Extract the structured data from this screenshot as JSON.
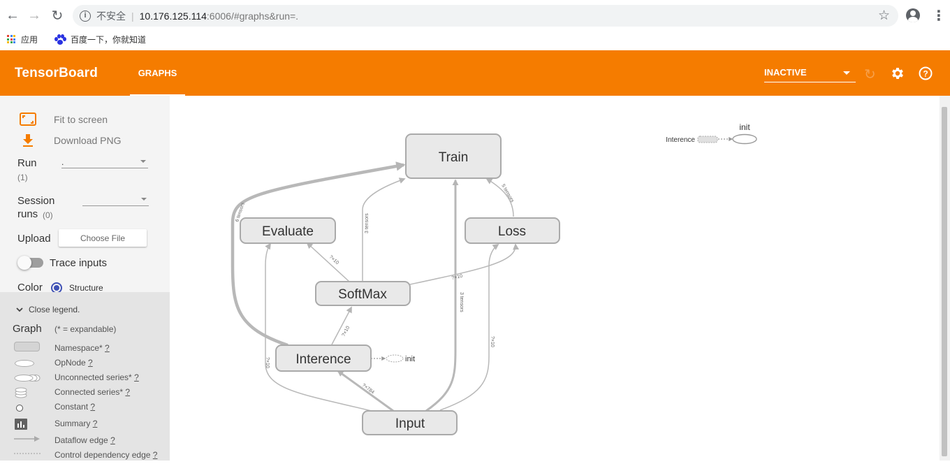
{
  "browser": {
    "insecure_label": "不安全",
    "url_host": "10.176.125.114",
    "url_path": ":6006/#graphs&run=.",
    "bookmarks": [
      {
        "label": "应用"
      },
      {
        "label": "百度一下，你就知道"
      }
    ]
  },
  "header": {
    "title": "TensorBoard",
    "tab_graphs": "GRAPHS",
    "status": "INACTIVE"
  },
  "sidebar": {
    "fit_to_screen": "Fit to screen",
    "download_png": "Download PNG",
    "run_label": "Run",
    "run_count": "(1)",
    "run_value": ".",
    "session_label": "Session",
    "runs_label": "runs",
    "session_count": "(0)",
    "upload_label": "Upload",
    "choose_file": "Choose File",
    "trace_inputs": "Trace inputs",
    "color_label": "Color",
    "structure_label": "Structure"
  },
  "legend": {
    "close": "Close legend.",
    "graph": "Graph",
    "expandable": "(* = expandable)",
    "q": "?",
    "items": [
      {
        "label": "Namespace*"
      },
      {
        "label": "OpNode"
      },
      {
        "label": "Unconnected series*"
      },
      {
        "label": "Connected series*"
      },
      {
        "label": "Constant"
      },
      {
        "label": "Summary"
      },
      {
        "label": "Dataflow edge"
      },
      {
        "label": "Control dependency edge"
      }
    ]
  },
  "graph": {
    "nodes": {
      "train": "Train",
      "evaluate": "Evaluate",
      "loss": "Loss",
      "softmax": "SoftMax",
      "interence": "Interence",
      "input": "Input",
      "init": "init"
    },
    "edges": {
      "to_train_main": "6 tensors",
      "softmax_train": "3 tensors",
      "loss_train": "5 tensors",
      "softmax_evaluate": "?×10",
      "softmax_loss": "?×10",
      "input_train": "3 tensors",
      "interence_softmax": "?×10",
      "input_evaluate": "?×10",
      "input_loss": "?×10",
      "input_interence": "?×784"
    },
    "aux_interence": "Interence",
    "aux_init": "init"
  }
}
